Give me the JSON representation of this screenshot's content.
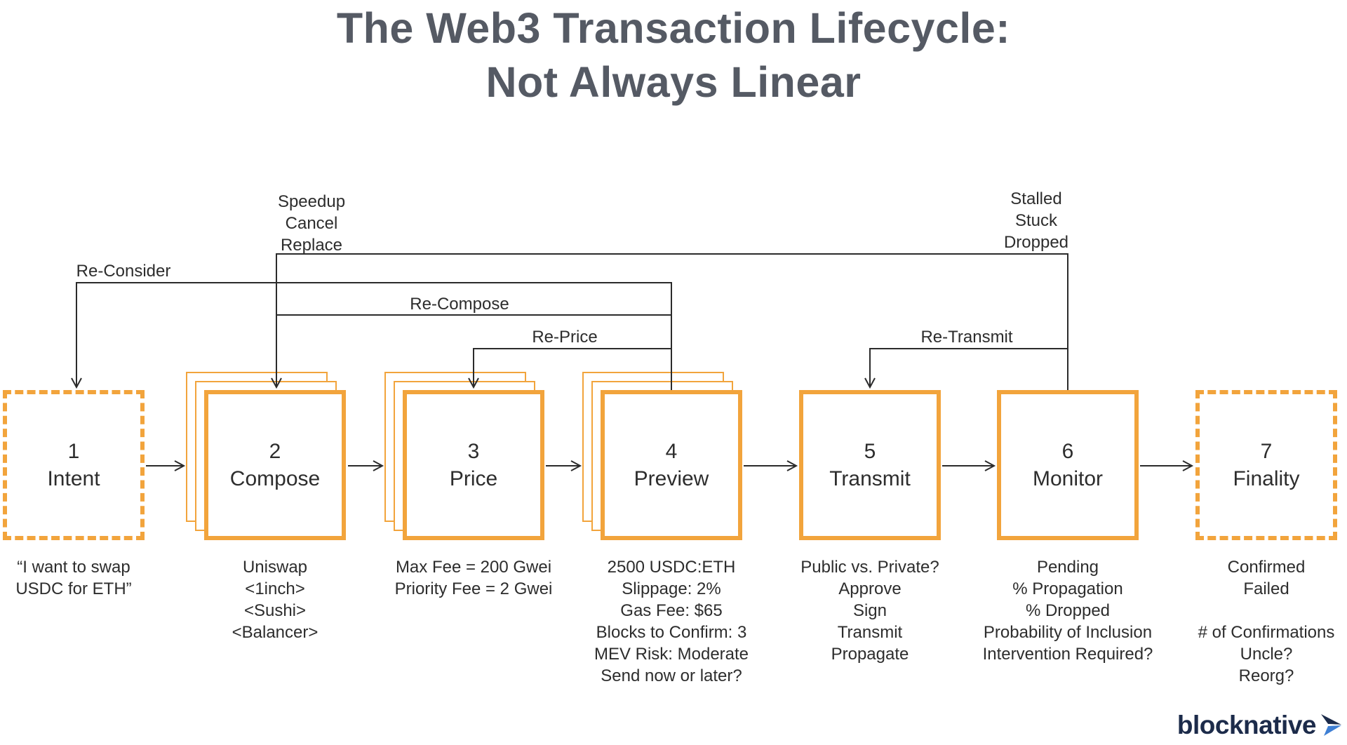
{
  "title": {
    "line1": "The Web3 Transaction Lifecycle:",
    "line2": "Not Always Linear"
  },
  "colors": {
    "accent_orange": "#f2a43c",
    "connector_black": "#2b2b2b",
    "title_gray": "#555a64",
    "body_text": "#2d2d2d",
    "logo_navy": "#1c2b4a",
    "logo_blue": "#3e7fd4"
  },
  "stages": [
    {
      "number": "1",
      "name": "Intent",
      "border": "dashed",
      "caption": [
        "“I want to swap",
        "USDC for ETH”"
      ]
    },
    {
      "number": "2",
      "name": "Compose",
      "border": "stacked",
      "caption": [
        "Uniswap",
        "<1inch>",
        "<Sushi>",
        "<Balancer>"
      ]
    },
    {
      "number": "3",
      "name": "Price",
      "border": "stacked",
      "caption": [
        "Max Fee = 200 Gwei",
        "Priority Fee = 2 Gwei"
      ]
    },
    {
      "number": "4",
      "name": "Preview",
      "border": "stacked",
      "caption": [
        "2500 USDC:ETH",
        "Slippage: 2%",
        "Gas Fee: $65",
        "Blocks to Confirm: 3",
        "MEV Risk: Moderate",
        "Send now or later?"
      ]
    },
    {
      "number": "5",
      "name": "Transmit",
      "border": "solid",
      "caption": [
        "Public vs. Private?",
        "Approve",
        "Sign",
        "Transmit",
        "Propagate"
      ]
    },
    {
      "number": "6",
      "name": "Monitor",
      "border": "solid",
      "caption": [
        "Pending",
        "% Propagation",
        "% Dropped",
        "Probability of Inclusion",
        "Intervention Required?"
      ]
    },
    {
      "number": "7",
      "name": "Finality",
      "border": "dashed",
      "caption": [
        "Confirmed",
        "Failed",
        "",
        "# of Confirmations",
        "Uncle?",
        "Reorg?"
      ]
    }
  ],
  "connector_labels": {
    "speedup": [
      "Speedup",
      "Cancel",
      "Replace"
    ],
    "stalled": [
      "Stalled",
      "Stuck",
      "Dropped"
    ],
    "re_consider": "Re-Consider",
    "re_compose": "Re-Compose",
    "re_price": "Re-Price",
    "re_transmit": "Re-Transmit"
  },
  "logo": {
    "text": "blocknative"
  }
}
